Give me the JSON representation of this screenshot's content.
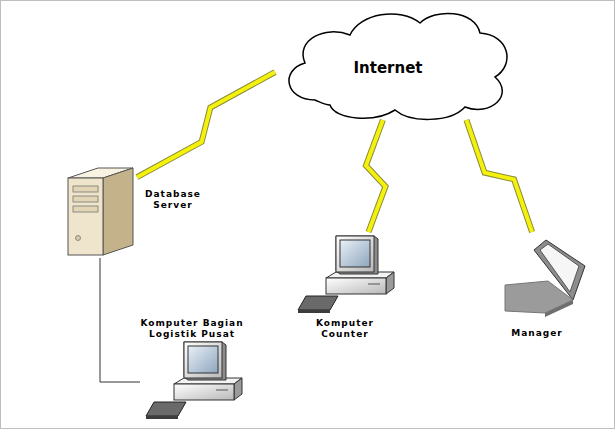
{
  "diagram": {
    "nodes": [
      {
        "text": [
          "Internet"
        ]
      },
      {
        "text": [
          "Database Server"
        ]
      },
      {
        "text": [
          "Komputer Counter"
        ]
      },
      {
        "text": [
          "Manager"
        ]
      },
      {
        "text": [
          "Komputer Bagian Logistik Pusat"
        ]
      }
    ],
    "edges": [
      {
        "from": 1,
        "to": 0,
        "arrow": "none"
      },
      {
        "from": 0,
        "to": 2,
        "arrow": "none"
      },
      {
        "from": 0,
        "to": 3,
        "arrow": "none"
      },
      {
        "from": 1,
        "to": 4,
        "arrow": "none"
      }
    ]
  }
}
